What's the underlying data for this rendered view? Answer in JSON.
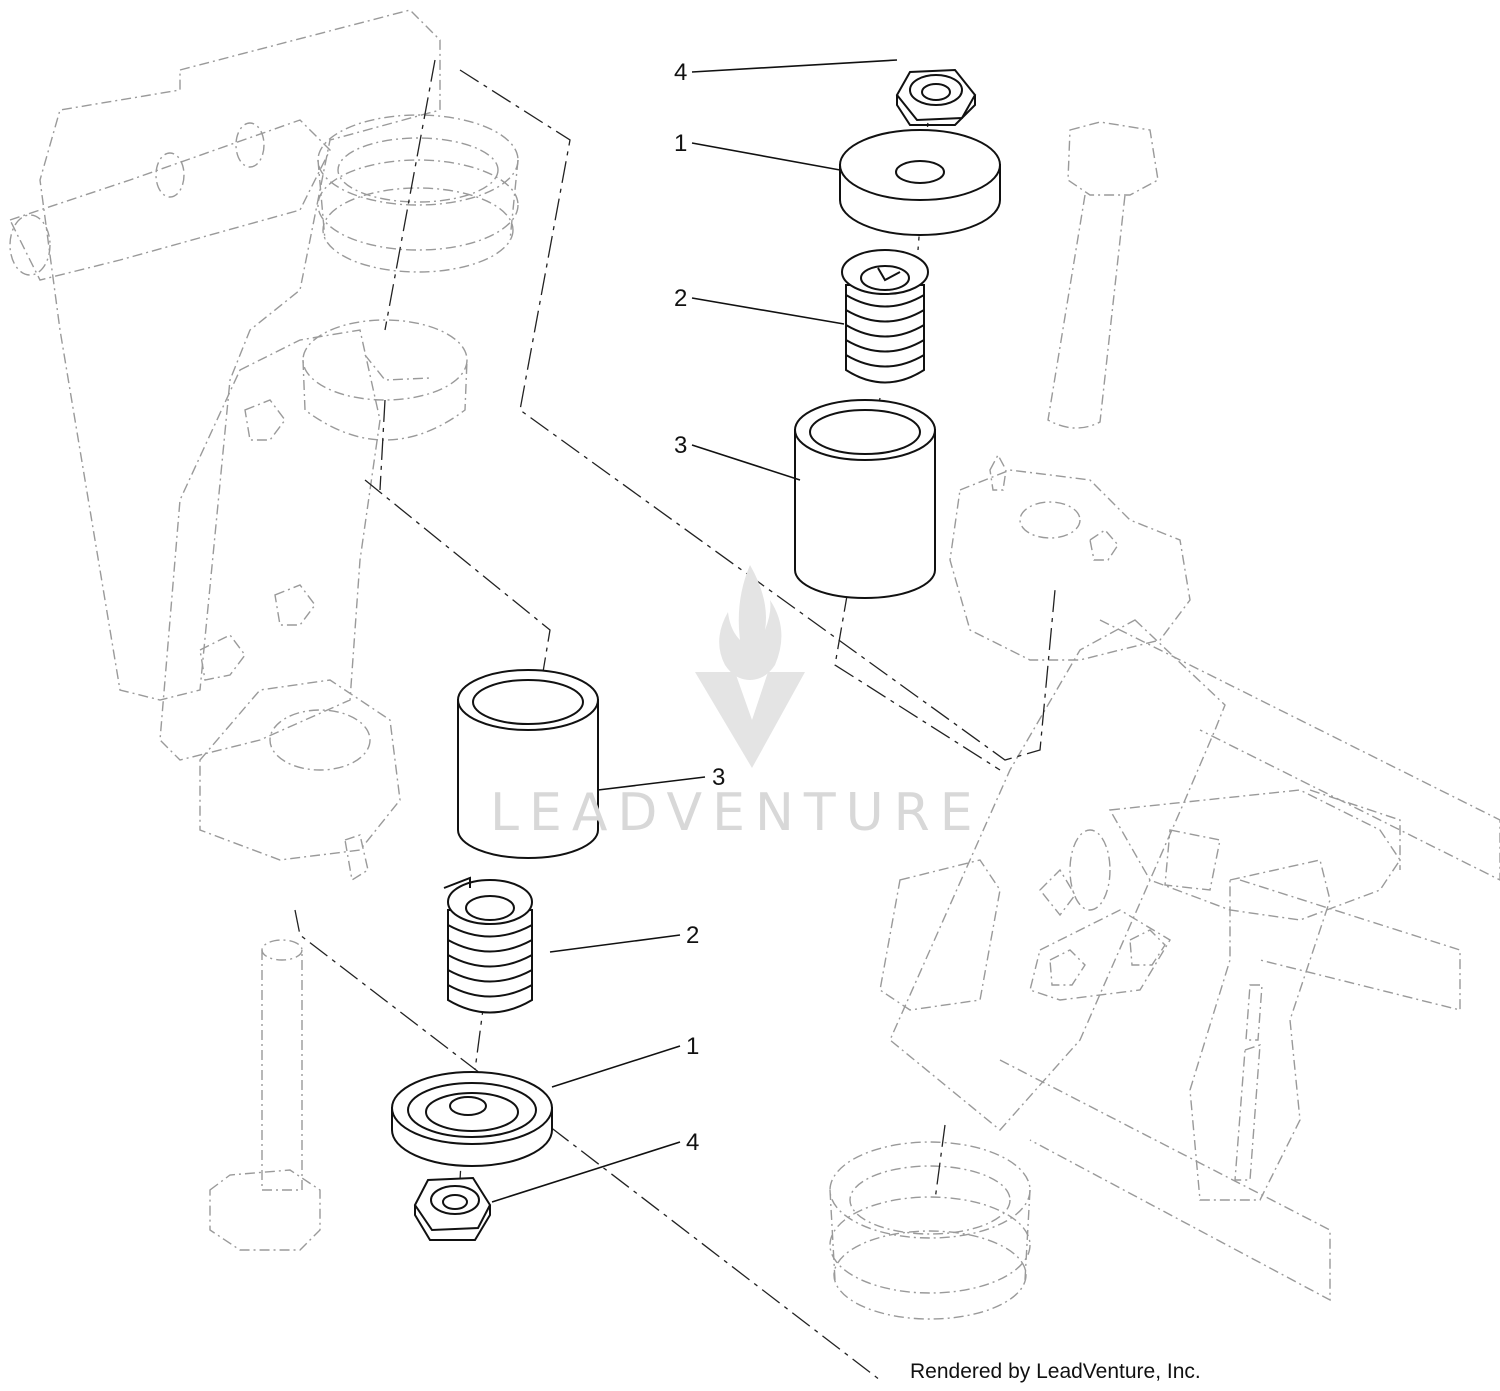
{
  "callouts": {
    "top_nut": "4",
    "top_washer": "1",
    "top_spring": "2",
    "top_bushing": "3",
    "bottom_bushing": "3",
    "bottom_spring": "2",
    "bottom_washer": "1",
    "bottom_nut": "4"
  },
  "watermark": {
    "text": "LEADVENTURE"
  },
  "credit": "Rendered by LeadVenture, Inc.",
  "colors": {
    "part_stroke": "#111111",
    "context_stroke": "#9a9a9a",
    "watermark": "#d8d8d8"
  }
}
